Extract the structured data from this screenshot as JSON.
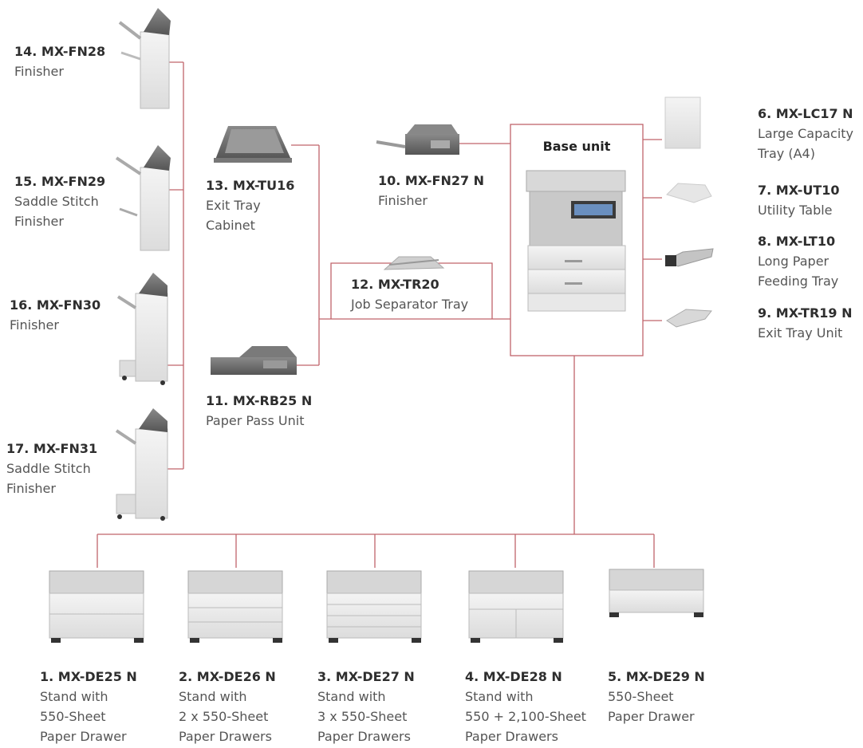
{
  "diagram": {
    "line_color": "#c0636b",
    "base_unit": {
      "title": "Base unit"
    },
    "options": [
      {
        "id": "1",
        "code": "1. MX-DE25 N",
        "desc": [
          "Stand with",
          "550-Sheet",
          "Paper Drawer"
        ]
      },
      {
        "id": "2",
        "code": "2. MX-DE26 N",
        "desc": [
          "Stand with",
          "2 x 550-Sheet",
          "Paper Drawers"
        ]
      },
      {
        "id": "3",
        "code": "3. MX-DE27 N",
        "desc": [
          "Stand with",
          "3 x 550-Sheet",
          "Paper Drawers"
        ]
      },
      {
        "id": "4",
        "code": "4. MX-DE28 N",
        "desc": [
          "Stand with",
          "550 + 2,100-Sheet",
          "Paper Drawers"
        ]
      },
      {
        "id": "5",
        "code": "5. MX-DE29 N",
        "desc": [
          "550-Sheet",
          "Paper Drawer"
        ]
      },
      {
        "id": "6",
        "code": "6. MX-LC17 N",
        "desc": [
          "Large Capacity",
          "Tray (A4)"
        ]
      },
      {
        "id": "7",
        "code": "7. MX-UT10",
        "desc": [
          "Utility Table"
        ]
      },
      {
        "id": "8",
        "code": "8. MX-LT10",
        "desc": [
          "Long Paper",
          "Feeding Tray"
        ]
      },
      {
        "id": "9",
        "code": "9. MX-TR19 N",
        "desc": [
          "Exit Tray Unit"
        ]
      },
      {
        "id": "10",
        "code": "10. MX-FN27 N",
        "desc": [
          "Finisher"
        ]
      },
      {
        "id": "11",
        "code": "11. MX-RB25 N",
        "desc": [
          "Paper Pass Unit"
        ]
      },
      {
        "id": "12",
        "code": "12. MX-TR20",
        "desc": [
          "Job Separator Tray"
        ]
      },
      {
        "id": "13",
        "code": "13. MX-TU16",
        "desc": [
          "Exit Tray",
          "Cabinet"
        ]
      },
      {
        "id": "14",
        "code": "14. MX-FN28",
        "desc": [
          "Finisher"
        ]
      },
      {
        "id": "15",
        "code": "15. MX-FN29",
        "desc": [
          "Saddle Stitch",
          "Finisher"
        ]
      },
      {
        "id": "16",
        "code": "16. MX-FN30",
        "desc": [
          "Finisher"
        ]
      },
      {
        "id": "17",
        "code": "17. MX-FN31",
        "desc": [
          "Saddle Stitch",
          "Finisher"
        ]
      }
    ]
  }
}
